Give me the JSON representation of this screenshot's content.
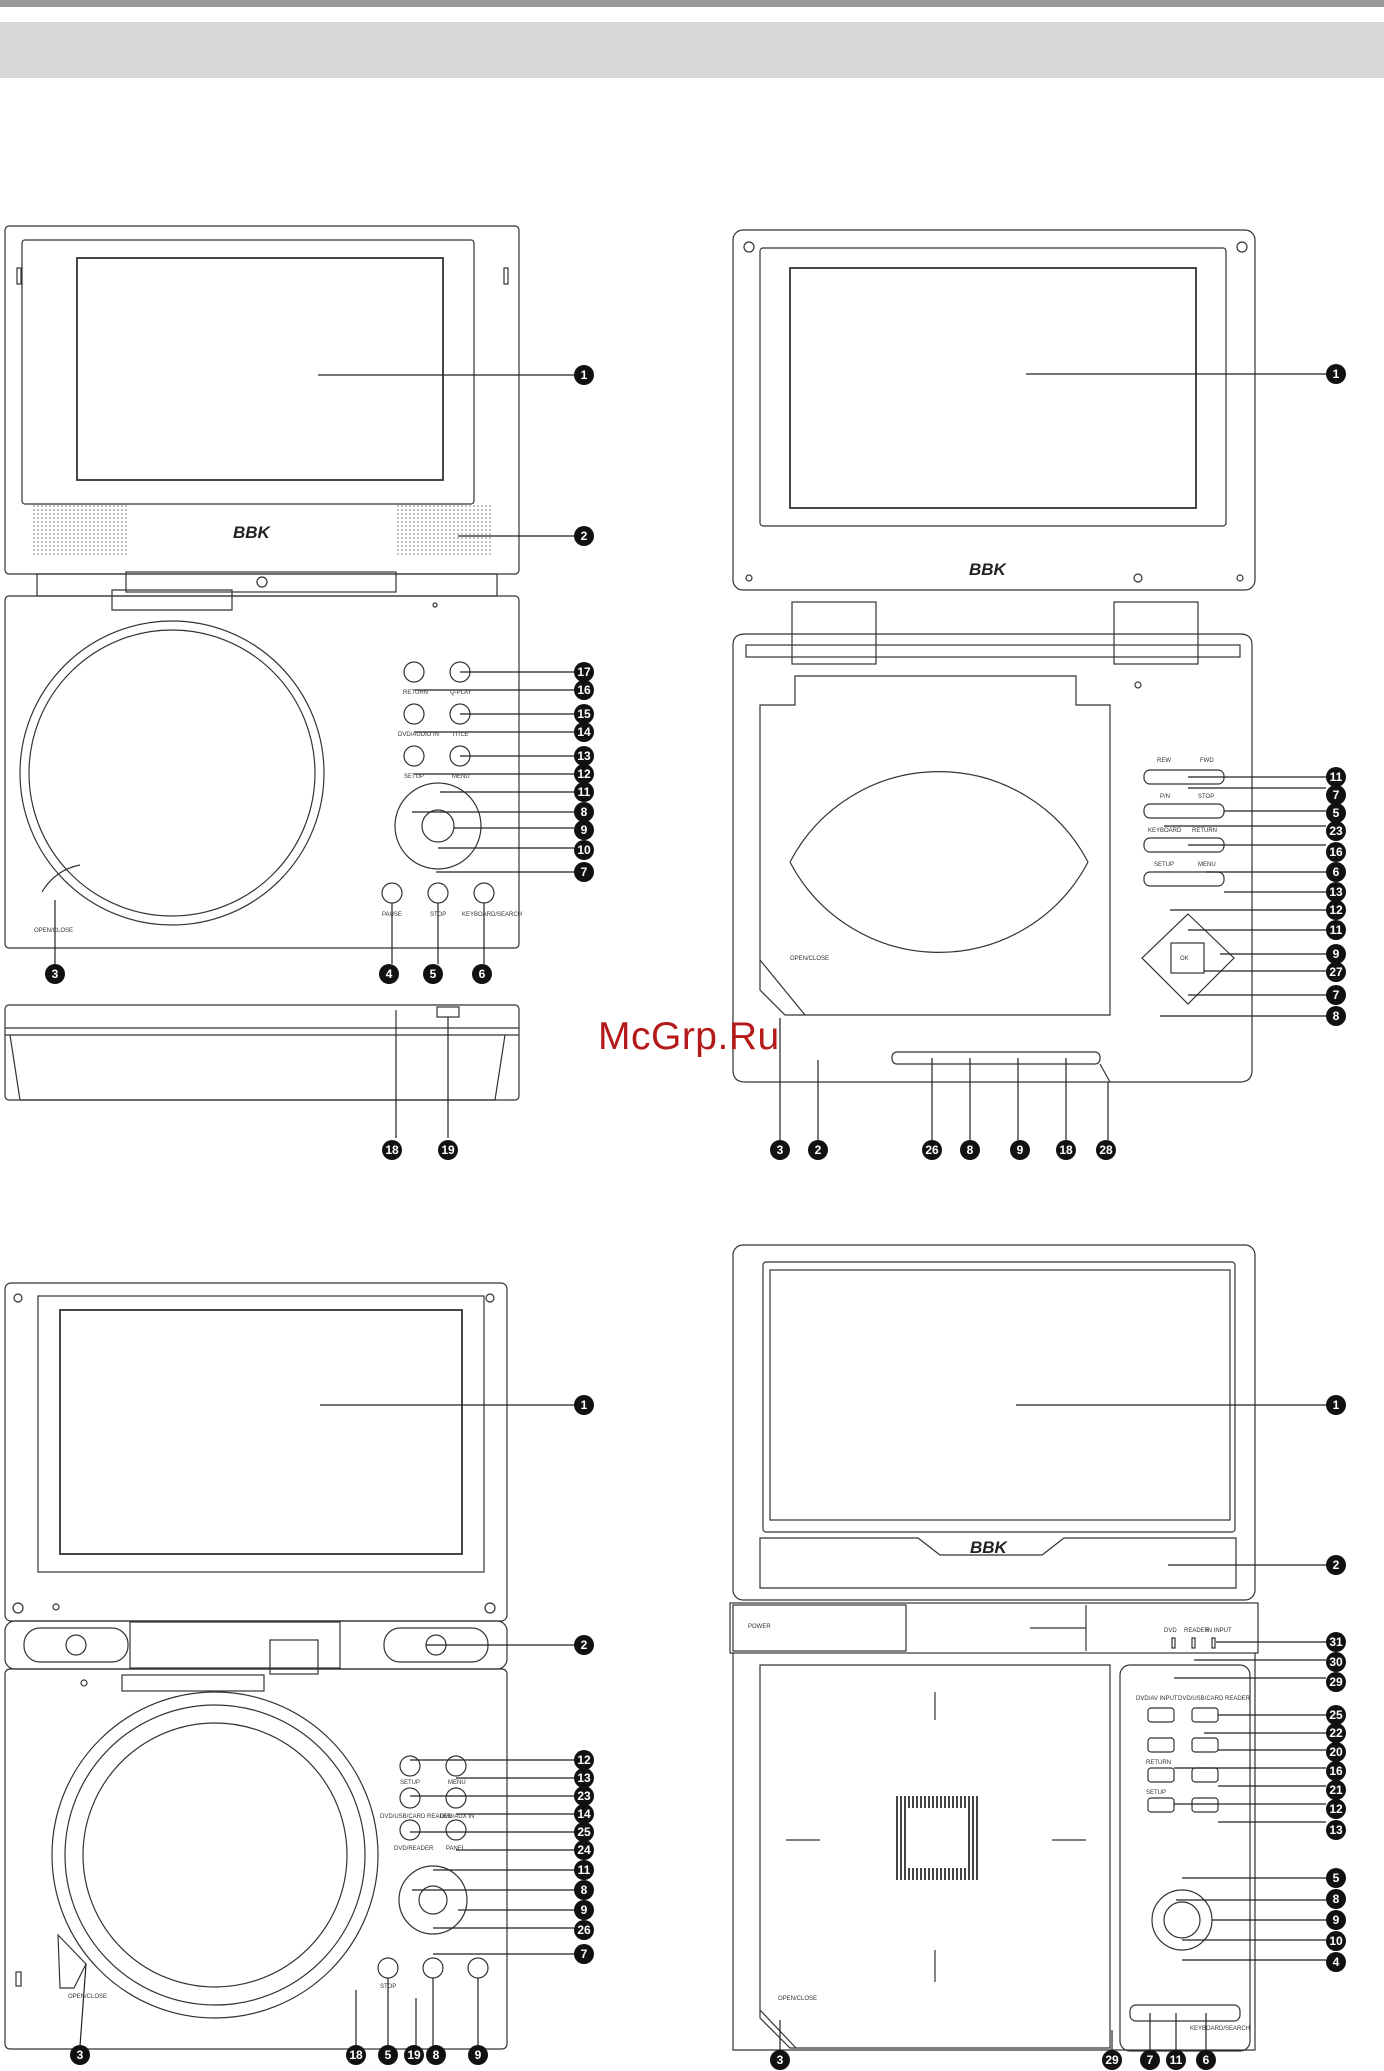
{
  "watermark": "McGrp.Ru",
  "brand": "BBK",
  "figures": {
    "fig1": {
      "labels": [
        "RETURN",
        "Q-PLAY",
        "DVD/AUDIO IN",
        "TITLE",
        "SETUP",
        "MENU",
        "PAUSE",
        "STOP",
        "KEYBOARD/SEARCH",
        "OPEN/CLOSE"
      ],
      "callouts": [
        "1",
        "2",
        "17",
        "16",
        "15",
        "14",
        "13",
        "12",
        "11",
        "8",
        "9",
        "10",
        "7",
        "3",
        "4",
        "5",
        "6",
        "18",
        "19"
      ]
    },
    "fig2": {
      "labels": [
        "REW",
        "FWD",
        "P/N",
        "STOP",
        "KEYBOARD",
        "RETURN",
        "SETUP",
        "MENU",
        "OK",
        "OPEN/CLOSE"
      ],
      "callouts": [
        "1",
        "11",
        "7",
        "5",
        "23",
        "16",
        "6",
        "13",
        "12",
        "11",
        "9",
        "27",
        "7",
        "8",
        "3",
        "2",
        "26",
        "8",
        "9",
        "18",
        "28"
      ]
    },
    "fig3": {
      "labels": [
        "SETUP",
        "MENU",
        "DVD/USB/CARD READER",
        "DVD/AUX IN",
        "DVD/READER",
        "PANEL",
        "STOP",
        "OPEN/CLOSE"
      ],
      "callouts": [
        "1",
        "2",
        "12",
        "13",
        "23",
        "14",
        "25",
        "24",
        "11",
        "8",
        "9",
        "26",
        "7",
        "3",
        "18",
        "5",
        "19",
        "8",
        "9"
      ]
    },
    "fig4": {
      "labels": [
        "POWER",
        "DVD",
        "READER",
        "IN INPUT",
        "DVD/AV INPUT",
        "DVD/USB/CARD READER",
        "RETURN",
        "SETUP",
        "OPEN/CLOSE",
        "KEYBOARD/SEARCH"
      ],
      "callouts": [
        "1",
        "2",
        "31",
        "30",
        "29",
        "25",
        "22",
        "20",
        "16",
        "21",
        "12",
        "13",
        "5",
        "8",
        "9",
        "10",
        "4",
        "3",
        "29",
        "7",
        "11",
        "6"
      ]
    }
  }
}
